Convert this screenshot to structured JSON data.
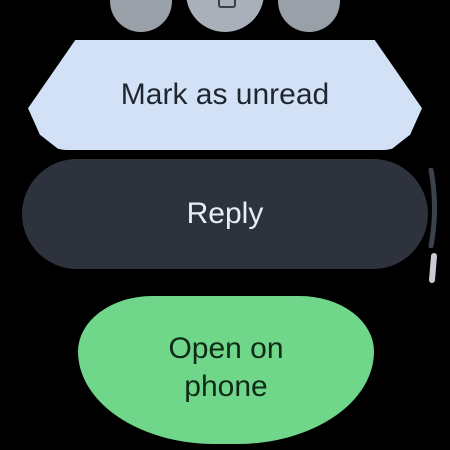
{
  "actions": {
    "mark_unread_label": "Mark as unread",
    "reply_label": "Reply",
    "open_on_phone_label": "Open on phone"
  },
  "icons": {
    "top_center": "watch-top-icon",
    "scroll_indicator": "scroll-indicator-icon"
  },
  "colors": {
    "background": "#000000",
    "mark_unread_bg": "#d3e1f7",
    "reply_bg": "#2d323c",
    "open_on_phone_bg": "#6fd68a",
    "scroll_track": "#3c424c",
    "scroll_thumb": "#c8ccd2"
  }
}
